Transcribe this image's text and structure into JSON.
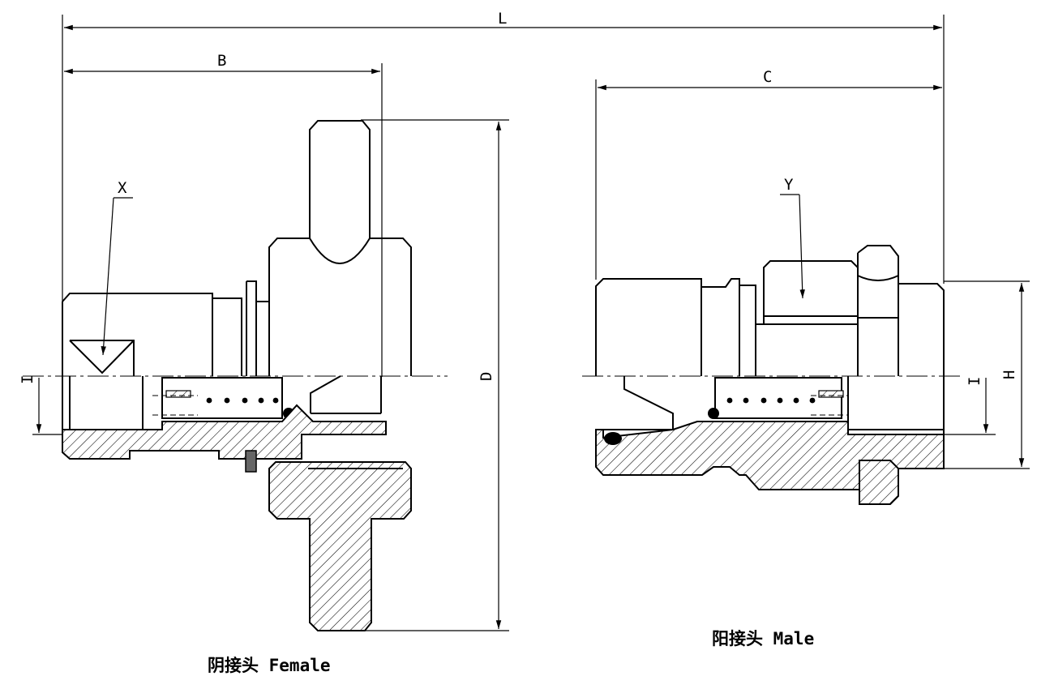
{
  "dimension_labels": {
    "L": "L",
    "B": "B",
    "C": "C",
    "D": "D",
    "H": "H",
    "I_left": "I",
    "I_right": "I"
  },
  "callouts": {
    "x": "X",
    "y": "Y"
  },
  "captions": {
    "female": "阴接头 Female",
    "male": "阳接头 Male"
  }
}
